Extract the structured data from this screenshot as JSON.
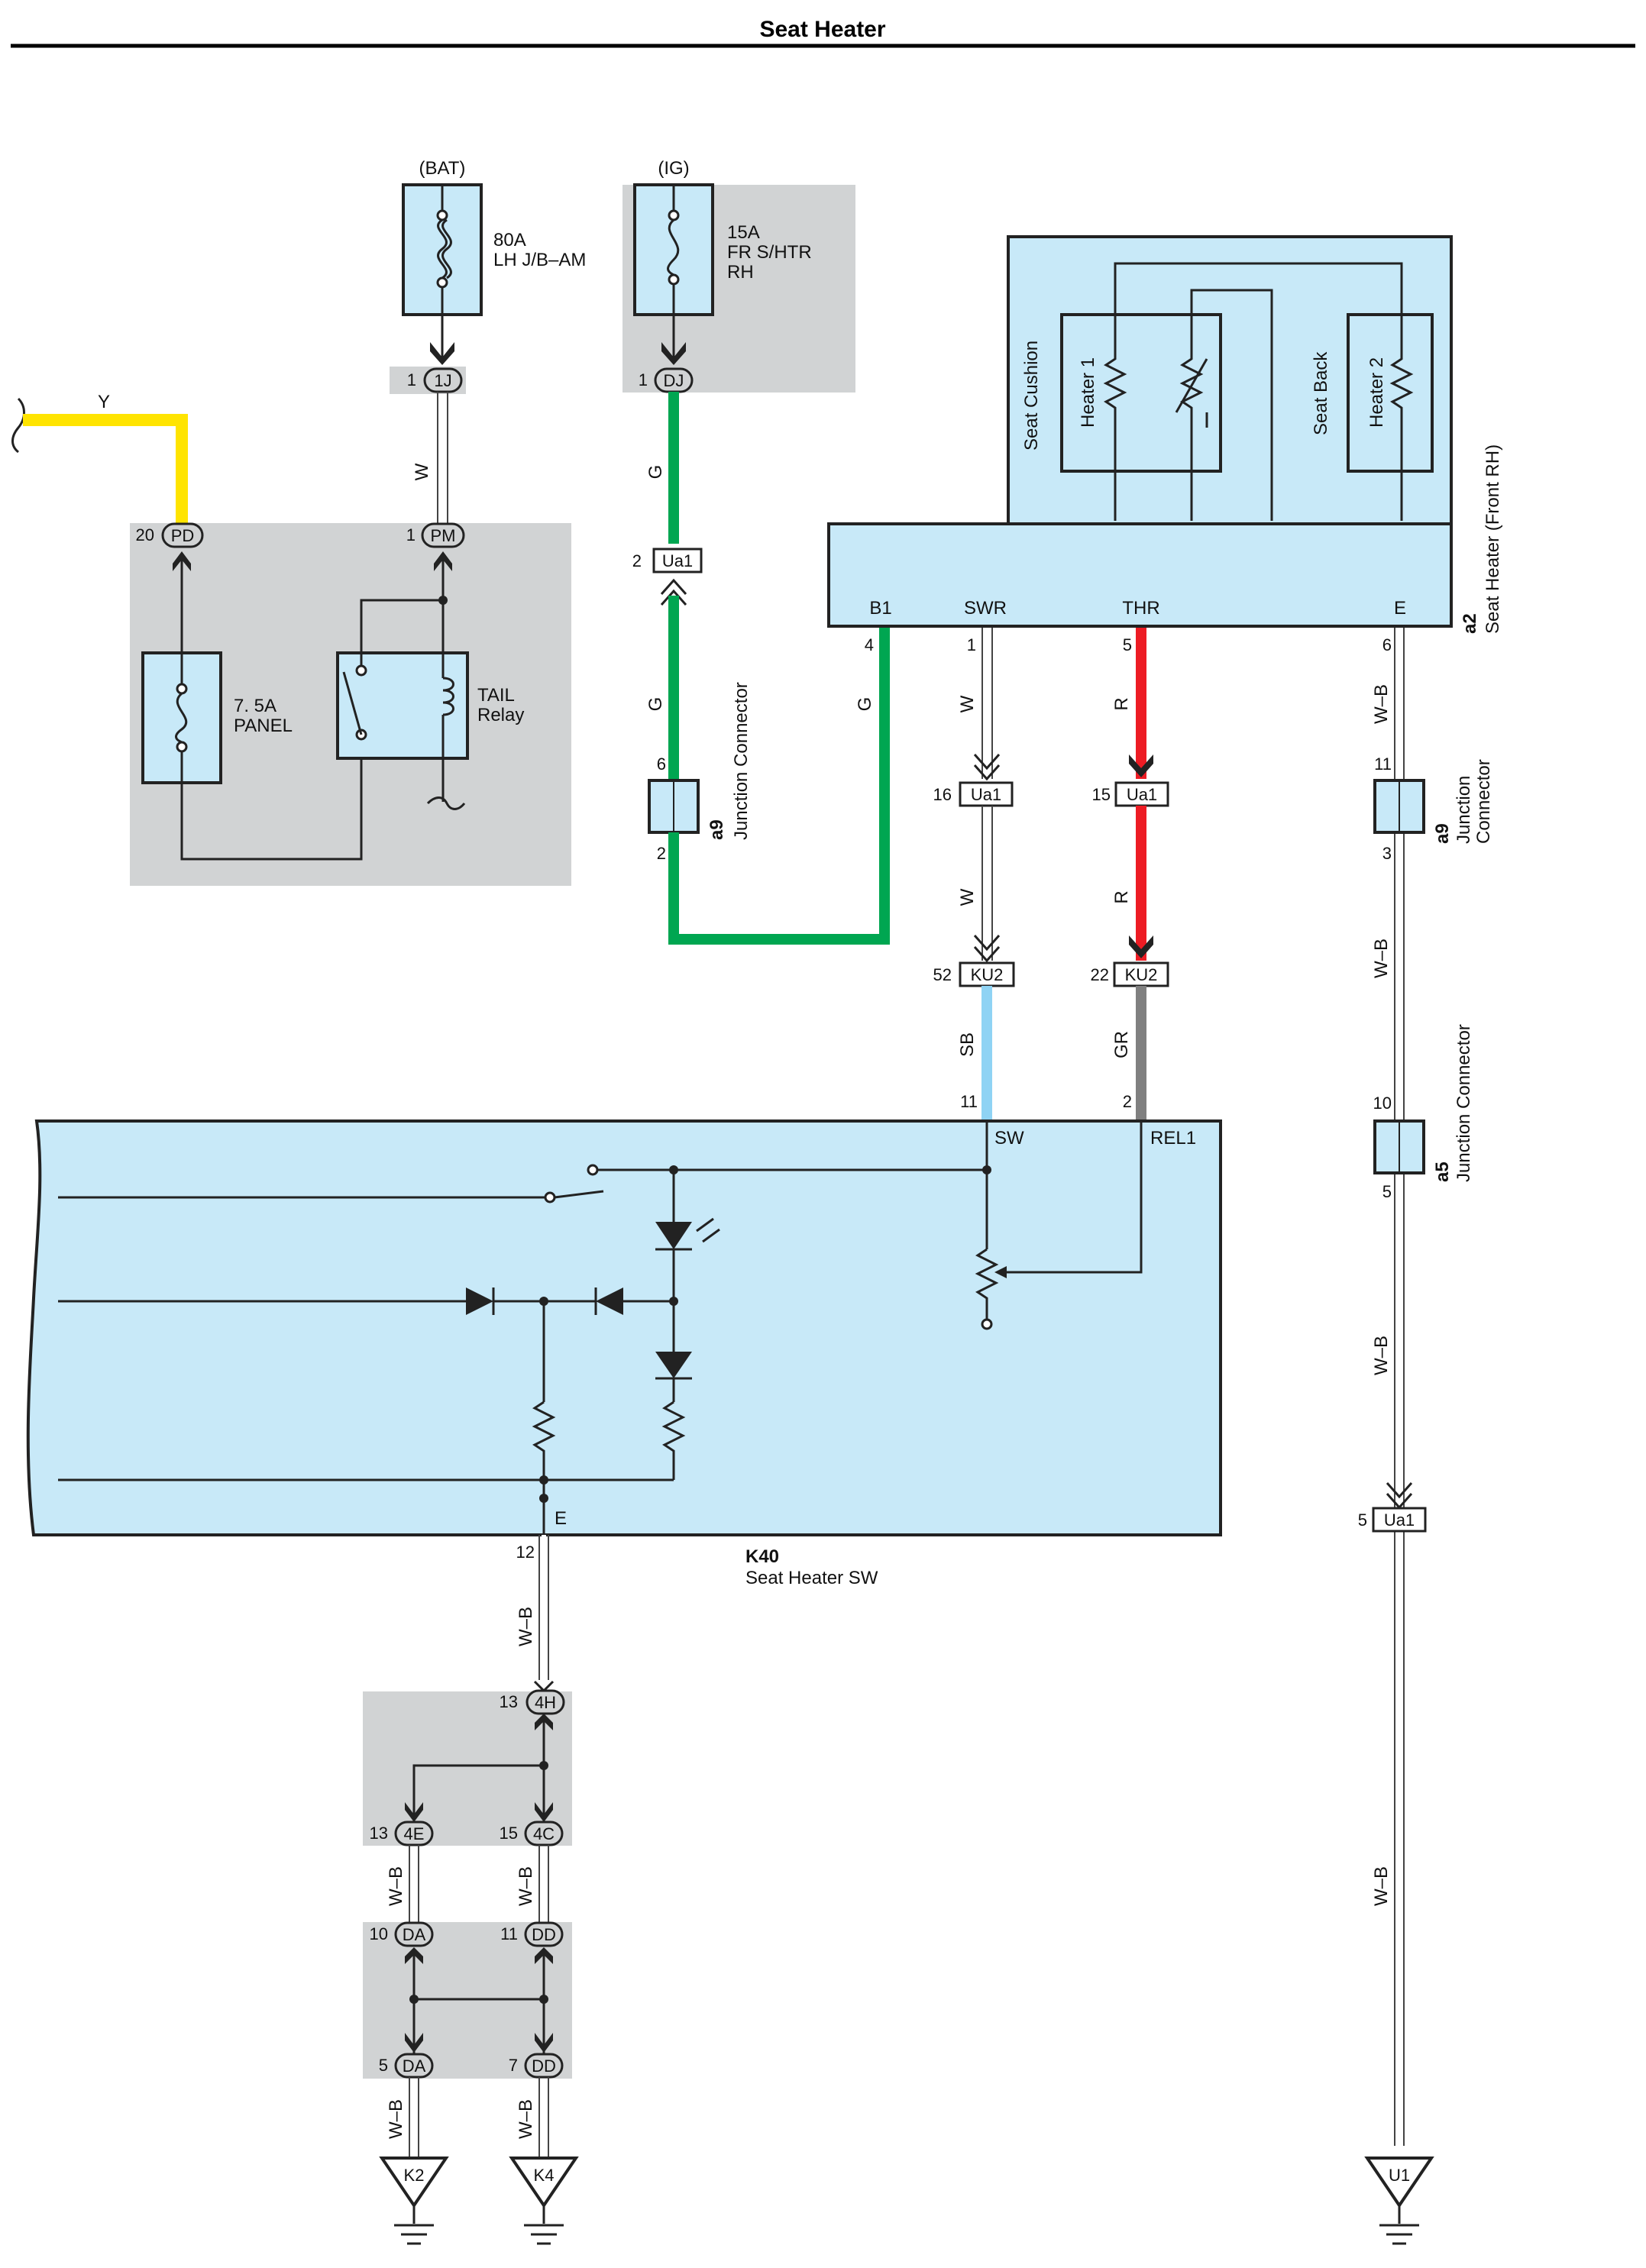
{
  "title": "Seat Heater",
  "colors": {
    "yellow": "#ffe400",
    "green": "#00a651",
    "red": "#ed1c24",
    "light_blue": "#8fd3f4",
    "gray": "#808080",
    "component_fill": "#c8e9f8",
    "shade": "#d1d3d4"
  },
  "power": {
    "bat_label": "(BAT)",
    "ig_label": "(IG)",
    "fuse_80a": [
      "80A",
      "LH J/B–AM"
    ],
    "fuse_15a": [
      "15A",
      "FR S/HTR",
      "RH"
    ],
    "fuse_panel": [
      "7. 5A",
      "PANEL"
    ],
    "relay": [
      "TAIL",
      "Relay"
    ]
  },
  "connectors": {
    "c1j": "1J",
    "c1j_pin": "1",
    "cdj": "DJ",
    "cdj_pin": "1",
    "cpd": "PD",
    "cpd_pin": "20",
    "cpm": "PM",
    "cpm_pin": "1",
    "ua1_a": "Ua1",
    "ua1_a_pin": "2",
    "ua1_swr": "Ua1",
    "ua1_swr_pin": "16",
    "ua1_thr": "Ua1",
    "ua1_thr_pin": "15",
    "ku2_swr": "KU2",
    "ku2_swr_pin": "52",
    "ku2_thr": "KU2",
    "ku2_thr_pin": "22",
    "ua1_ground": "Ua1",
    "ua1_ground_pin": "5",
    "c4h": "4H",
    "c4h_pin": "13",
    "c4e": "4E",
    "c4e_pin": "13",
    "c4c": "4C",
    "c4c_pin": "15",
    "da_top": "DA",
    "da_top_pin": "10",
    "dd_top": "DD",
    "dd_top_pin": "11",
    "da_bot": "DA",
    "da_bot_pin": "5",
    "dd_bot": "DD",
    "dd_bot_pin": "7"
  },
  "wire_colors": {
    "y": "Y",
    "w": "W",
    "g": "G",
    "r": "R",
    "sb": "SB",
    "gr": "GR",
    "wb": "W–B"
  },
  "junctions": {
    "jc_a9_left": {
      "code": "a9",
      "name": "Junction Connector",
      "pin_top": "6",
      "pin_bottom": "2"
    },
    "jc_a9_right": {
      "code": "a9",
      "name": [
        "Junction",
        "Connector"
      ],
      "pin_top": "11",
      "pin_bottom": "3"
    },
    "jc_a5": {
      "code": "a5",
      "name": "Junction Connector",
      "pin_top": "10",
      "pin_bottom": "5"
    }
  },
  "seat_heater": {
    "code": "a2",
    "name": "Seat Heater (Front RH)",
    "seat_cushion": "Seat Cushion",
    "seat_back": "Seat Back",
    "heater1": "Heater 1",
    "heater2": "Heater 2",
    "terminals": [
      {
        "name": "B1",
        "pin": "4"
      },
      {
        "name": "SWR",
        "pin": "1"
      },
      {
        "name": "THR",
        "pin": "5"
      },
      {
        "name": "E",
        "pin": "6"
      }
    ]
  },
  "switch": {
    "code": "K40",
    "name": "Seat Heater SW",
    "sw_label": "SW",
    "sw_pin": "11",
    "rel1_label": "REL1",
    "rel1_pin": "2",
    "e_label": "E",
    "e_pin": "12"
  },
  "grounds": [
    "K2",
    "K4",
    "U1"
  ]
}
